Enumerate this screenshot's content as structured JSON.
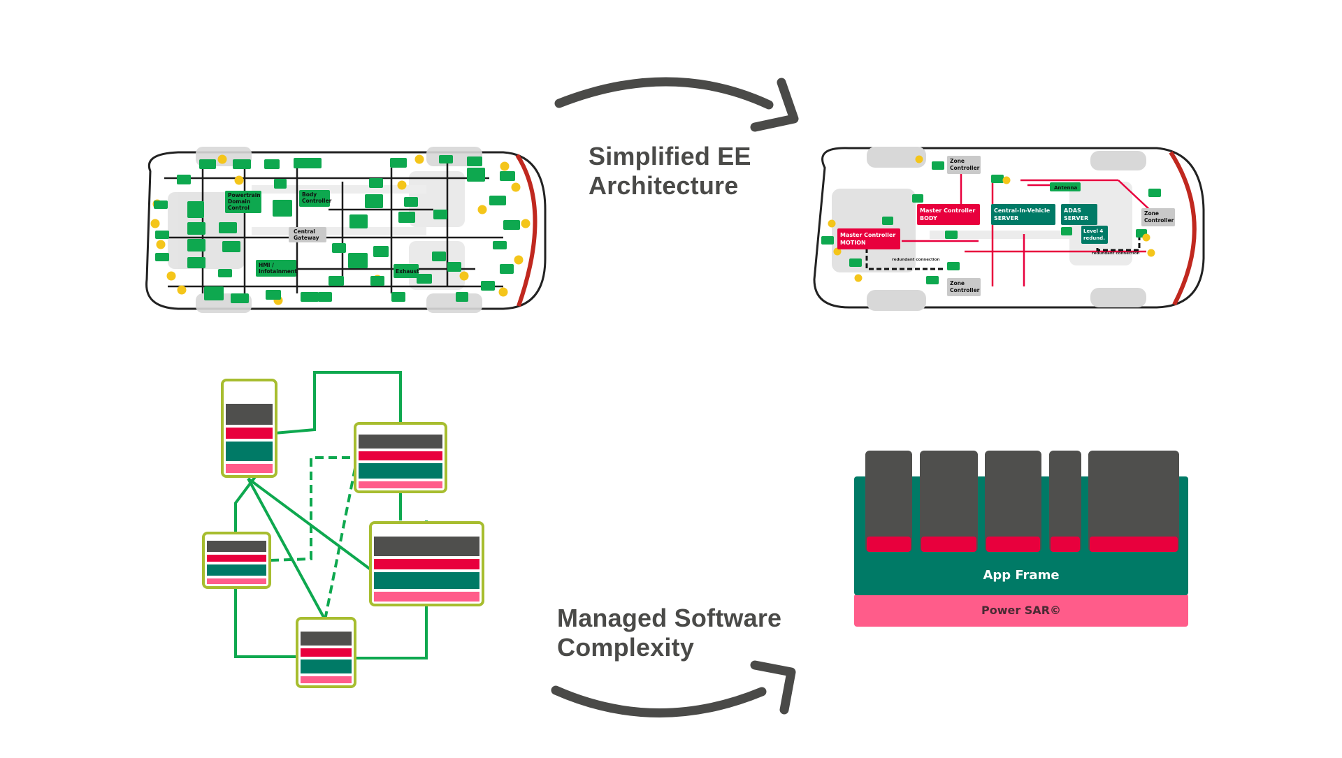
{
  "captions": {
    "top_line1": "Simplified EE",
    "top_line2": "Architecture",
    "bottom_line1": "Managed Software",
    "bottom_line2": "Complexity"
  },
  "legacy_car": {
    "labels": {
      "powertrain": [
        "Powertrain",
        "Domain",
        "Control"
      ],
      "body": [
        "Body",
        "Controller"
      ],
      "gateway": [
        "Central",
        "Gateway"
      ],
      "hmi": [
        "HMI /",
        "Infotainment"
      ],
      "exhaust": "Exhaust"
    }
  },
  "zonal_car": {
    "labels": {
      "zone_top": [
        "Zone",
        "Controller"
      ],
      "zone_bottom": [
        "Zone",
        "Controller"
      ],
      "zone_right": [
        "Zone",
        "Controller"
      ],
      "antenna": "Antenna",
      "master_body": [
        "Master Controller",
        "BODY"
      ],
      "master_motion": [
        "Master Controller",
        "MOTION"
      ],
      "central_server": [
        "Central-In-Vehicle",
        "SERVER"
      ],
      "adas_server": [
        "ADAS",
        "SERVER"
      ],
      "level4": [
        "Level 4",
        "redund."
      ],
      "redundant_left": "redundant connection",
      "redundant_right": "redundant connection"
    }
  },
  "software_stack": {
    "app_frame_label": "App Frame",
    "power_sar_label": "Power SAR©"
  },
  "colors": {
    "green": "#0ea84f",
    "dark_green": "#007a66",
    "red": "#e8003d",
    "pink": "#ff5c8a",
    "dark_gray": "#4f4f4d",
    "olive": "#a7bd2f",
    "yellow": "#f4c51a",
    "caption_gray": "#4a4a48"
  }
}
